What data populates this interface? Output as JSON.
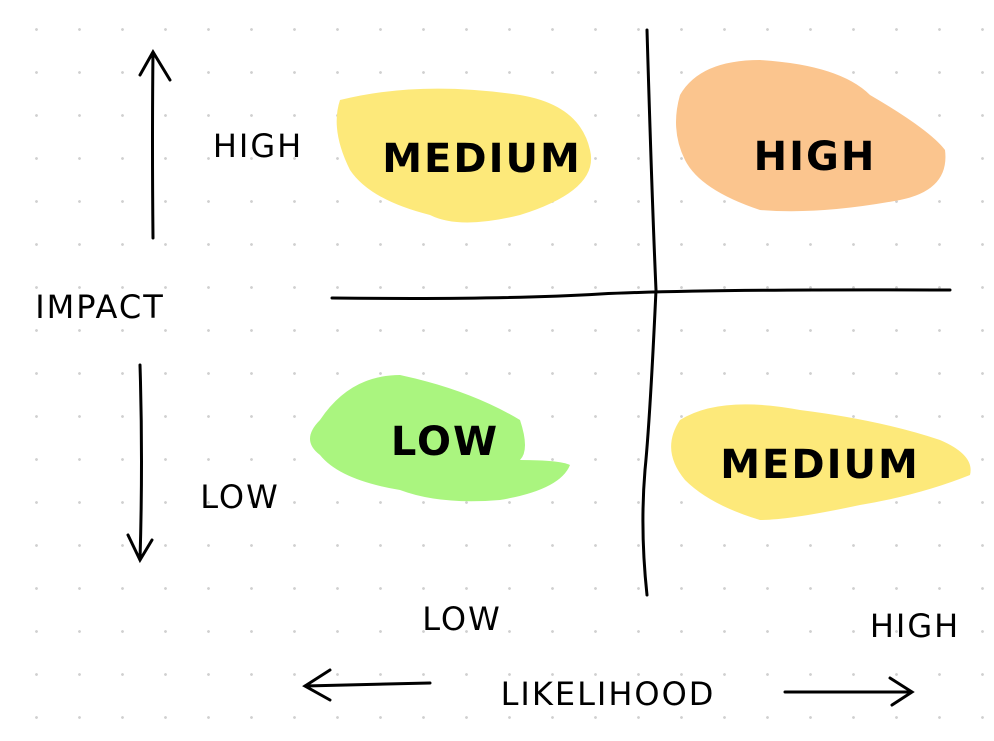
{
  "axes": {
    "y_label": "IMPACT",
    "y_high": "HIGH",
    "y_low": "LOW",
    "x_label": "LIKELIHOOD",
    "x_low": "LOW",
    "x_high": "HIGH"
  },
  "quadrants": {
    "top_left": {
      "label": "MEDIUM",
      "color": "#fde97a"
    },
    "top_right": {
      "label": "HIGH",
      "color": "#fbc58e"
    },
    "bottom_left": {
      "label": "LOW",
      "color": "#aaf57f"
    },
    "bottom_right": {
      "label": "MEDIUM",
      "color": "#fde97a"
    }
  }
}
